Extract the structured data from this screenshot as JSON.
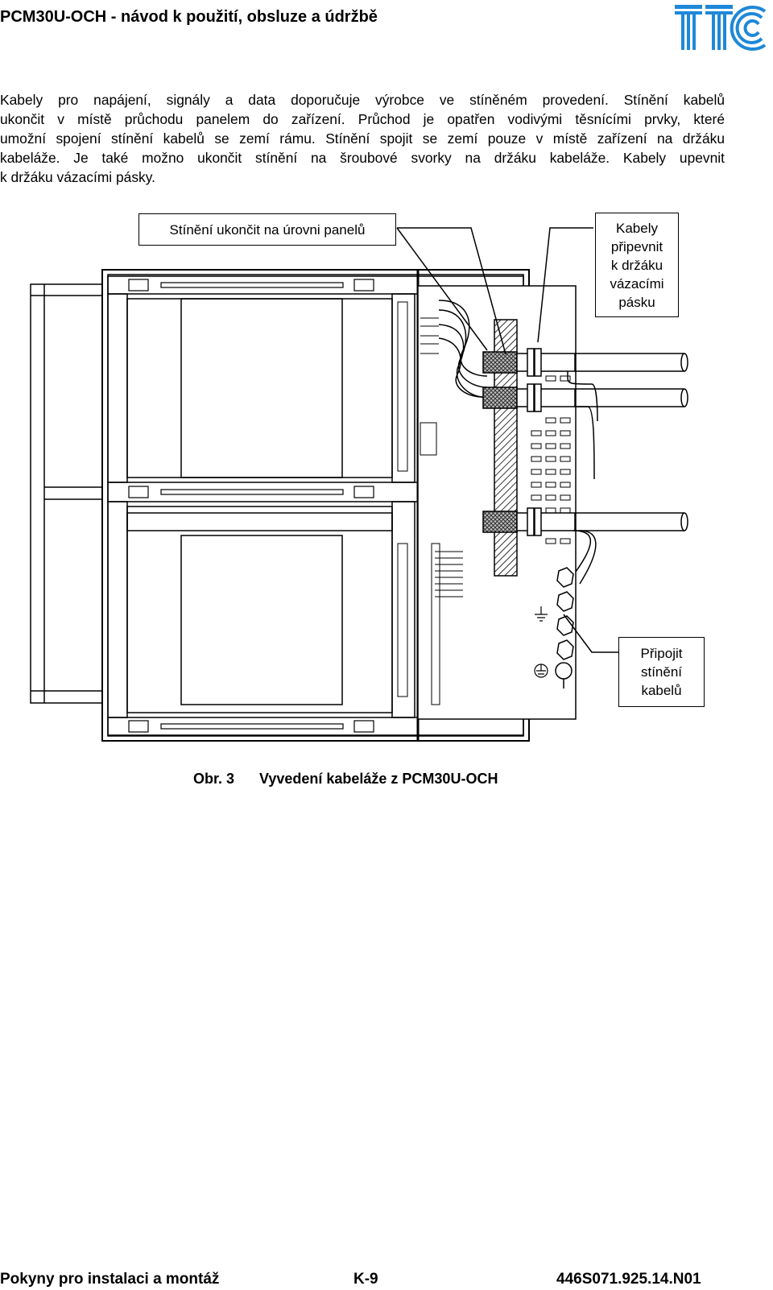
{
  "header": {
    "title": "PCM30U-OCH - návod k použití, obsluze a údržbě",
    "logo_text": "TTC"
  },
  "body": {
    "lines": [
      "Kabely pro napájení, signály a data doporučuje výrobce ve stíněném provedení. Stínění kabelů",
      "ukončit v místě průchodu panelem do zařízení. Průchod je opatřen vodivými těsnícími prvky, které",
      "umožní spojení stínění kabelů se zemí rámu. Stínění spojit se zemí pouze v místě zařízení na držáku",
      "kabeláže. Je také možno ukončit stínění na šroubové svorky na držáku kabeláže. Kabely upevnit",
      "k držáku vázacími pásky."
    ]
  },
  "figure": {
    "callouts": {
      "shield_panel": "Stínění ukončit na úrovni panelů",
      "tie_cables": [
        "Kabely",
        "připevnit",
        "k držáku",
        "vázacími",
        "pásku"
      ],
      "connect_shield": [
        "Připojit",
        "stínění",
        "kabelů"
      ]
    },
    "caption_label": "Obr. 3",
    "caption_text": "Vyvedení kabeláže z PCM30U-OCH"
  },
  "footer": {
    "left": "Pokyny pro instalaci a montáž",
    "center": "K-9",
    "right": "446S071.925.14.N01"
  },
  "colors": {
    "logo_blue": "#1e88d8",
    "ink": "#000000"
  }
}
